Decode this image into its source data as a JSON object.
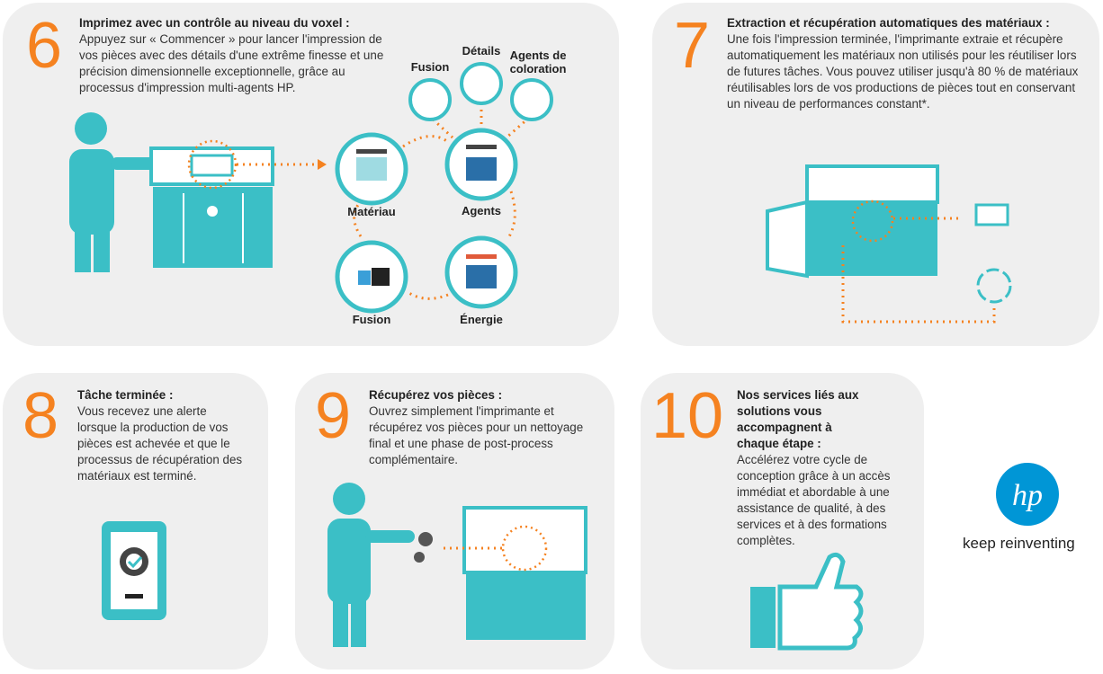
{
  "colors": {
    "accent": "#f58220",
    "teal": "#3bbfc6",
    "panel": "#efefef"
  },
  "steps": [
    {
      "number": "6",
      "title": "Imprimez avec un contrôle au niveau du voxel :",
      "body": "Appuyez sur « Commencer » pour lancer l'impression de vos pièces avec des détails d'une extrême finesse et une précision dimensionnelle exceptionnelle, grâce au processus d'impression multi-agents HP.",
      "diagram": {
        "materiau": "Matériau",
        "agents": "Agents",
        "energie": "Énergie",
        "fusion": "Fusion",
        "small_fusion": "Fusion",
        "details": "Détails",
        "coloration": "Agents de coloration"
      }
    },
    {
      "number": "7",
      "title": "Extraction et récupération automatiques des matériaux :",
      "body": "Une fois l'impression terminée, l'imprimante extraie et récupère automatiquement les matériaux non utilisés pour les réutiliser lors de futures tâches. Vous pouvez utiliser jusqu'à 80 % de matériaux réutilisables lors de vos productions de pièces tout en conservant un niveau de performances constant*."
    },
    {
      "number": "8",
      "title": "Tâche terminée :",
      "body": "Vous recevez une alerte lorsque la production de vos pièces est achevée et que le processus de récupération des matériaux est terminé."
    },
    {
      "number": "9",
      "title": "Récupérez vos pièces :",
      "body": "Ouvrez simplement l'imprimante et récupérez vos pièces pour un nettoyage final et une phase de post-process complémentaire."
    },
    {
      "number": "10",
      "title": "Nos services liés aux solutions vous accompagnent à chaque étape :",
      "body": "Accélérez votre cycle de conception grâce à un accès immédiat et abordable à une assistance de qualité, à des services et à des formations complètes."
    }
  ],
  "brand": {
    "logo": "hp",
    "tagline": "keep reinventing"
  }
}
